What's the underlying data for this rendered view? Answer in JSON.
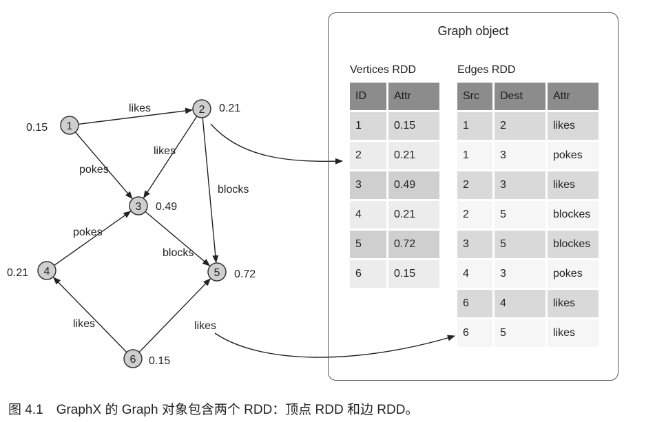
{
  "graph": {
    "vertices": [
      {
        "id": "1",
        "attr": "0.15"
      },
      {
        "id": "2",
        "attr": "0.21"
      },
      {
        "id": "3",
        "attr": "0.49"
      },
      {
        "id": "4",
        "attr": "0.21"
      },
      {
        "id": "5",
        "attr": "0.72"
      },
      {
        "id": "6",
        "attr": "0.15"
      }
    ],
    "edges": [
      {
        "src": "1",
        "dest": "2",
        "label": "likes"
      },
      {
        "src": "1",
        "dest": "3",
        "label": "pokes"
      },
      {
        "src": "2",
        "dest": "3",
        "label": "likes"
      },
      {
        "src": "2",
        "dest": "5",
        "label": "blocks"
      },
      {
        "src": "3",
        "dest": "5",
        "label": "blocks"
      },
      {
        "src": "4",
        "dest": "3",
        "label": "pokes"
      },
      {
        "src": "6",
        "dest": "4",
        "label": "likes"
      },
      {
        "src": "6",
        "dest": "5",
        "label": "likes"
      }
    ]
  },
  "object": {
    "title": "Graph object",
    "vertices_title": "Vertices RDD",
    "edges_title": "Edges RDD",
    "vertices_headers": [
      "ID",
      "Attr"
    ],
    "vertices_rows": [
      [
        "1",
        "0.15"
      ],
      [
        "2",
        "0.21"
      ],
      [
        "3",
        "0.49"
      ],
      [
        "4",
        "0.21"
      ],
      [
        "5",
        "0.72"
      ],
      [
        "6",
        "0.15"
      ]
    ],
    "edges_headers": [
      "Src",
      "Dest",
      "Attr"
    ],
    "edges_rows": [
      [
        "1",
        "2",
        "likes"
      ],
      [
        "1",
        "3",
        "pokes"
      ],
      [
        "2",
        "3",
        "likes"
      ],
      [
        "2",
        "5",
        "blockes"
      ],
      [
        "3",
        "5",
        "blockes"
      ],
      [
        "4",
        "3",
        "pokes"
      ],
      [
        "6",
        "4",
        "likes"
      ],
      [
        "6",
        "5",
        "likes"
      ]
    ]
  },
  "caption": "图 4.1　GraphX 的 Graph 对象包含两个 RDD：顶点 RDD 和边 RDD。",
  "colors": {
    "node_fill": "#cfcfcf",
    "header_fill": "#8c8c8c",
    "row_dark": "#d9d9d9",
    "row_light": "#ececec",
    "row_white": "#f6f6f6"
  }
}
